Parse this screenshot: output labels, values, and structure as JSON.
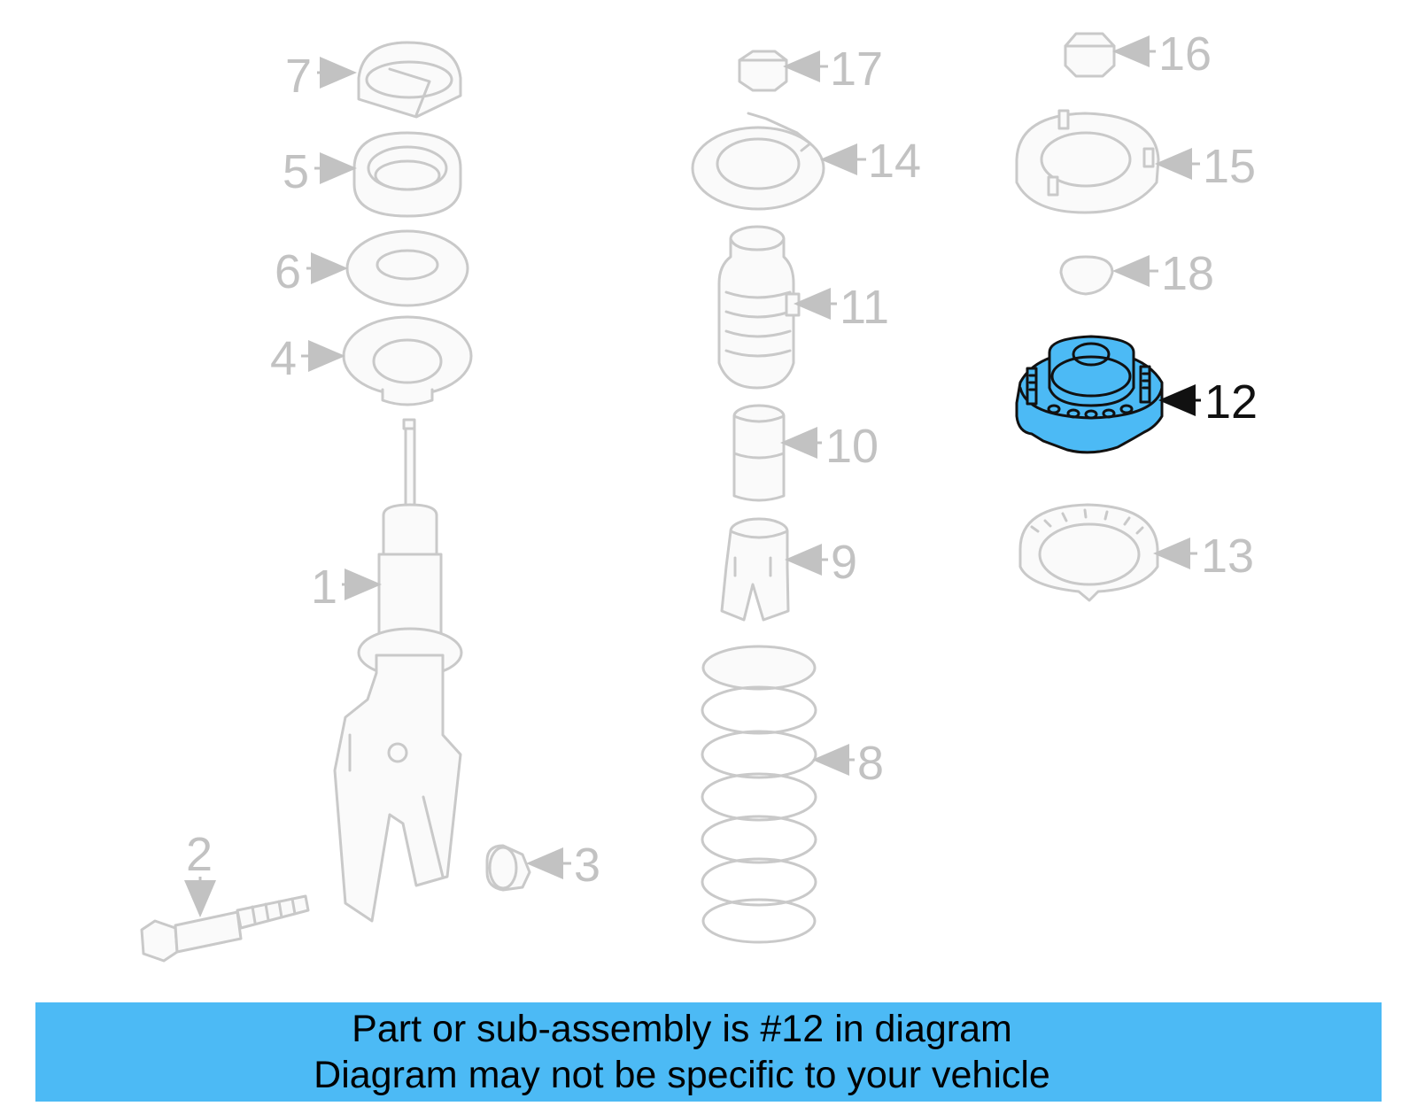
{
  "diagram": {
    "callouts": [
      "1",
      "2",
      "3",
      "4",
      "5",
      "6",
      "7",
      "8",
      "9",
      "10",
      "11",
      "12",
      "13",
      "14",
      "15",
      "16",
      "17",
      "18"
    ],
    "highlighted_part": "12",
    "colors": {
      "highlight": "#4cbaf5",
      "ghost": "#c9c9c9",
      "outline": "#111111"
    }
  },
  "banner": {
    "line1": "Part or sub-assembly is #12 in diagram",
    "line2": "Diagram may not be specific to your vehicle"
  }
}
